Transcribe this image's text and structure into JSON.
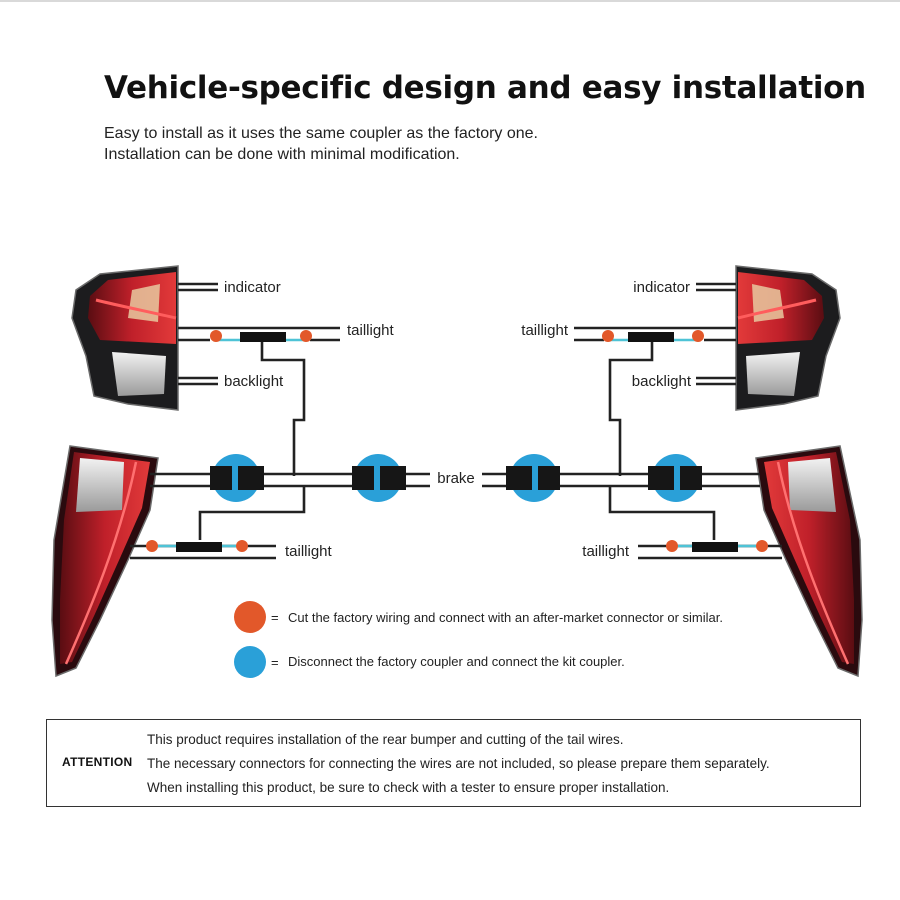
{
  "header": {
    "title": "Vehicle-specific design and easy installation",
    "subtitle_line1": "Easy to install as it uses the same coupler as the factory one.",
    "subtitle_line2": "Installation can be done with minimal modification."
  },
  "diagram": {
    "labels": {
      "indicator_left": "indicator",
      "taillight_upper_left": "taillight",
      "backlight_left": "backlight",
      "indicator_right": "indicator",
      "taillight_upper_right": "taillight",
      "backlight_right": "backlight",
      "brake": "brake",
      "taillight_lower_left": "taillight",
      "taillight_lower_right": "taillight"
    },
    "colors": {
      "cut_point": "#e2582a",
      "coupler": "#2aa0d8",
      "link_wire": "#4ec3d6",
      "wire": "#222222",
      "lens_red": "#c0202a"
    }
  },
  "legend": {
    "cut": {
      "symbol": "=",
      "text": "Cut the factory wiring and connect with an after-market connector or similar."
    },
    "coupler": {
      "symbol": "=",
      "text": "Disconnect the factory coupler and connect the kit coupler."
    }
  },
  "attention": {
    "heading": "ATTENTION",
    "lines": [
      "This product requires installation of the rear bumper and cutting of the tail wires.",
      "The necessary connectors for connecting the wires are not included, so please prepare them separately.",
      "When installing this product, be sure to check with a tester to ensure proper installation."
    ]
  }
}
